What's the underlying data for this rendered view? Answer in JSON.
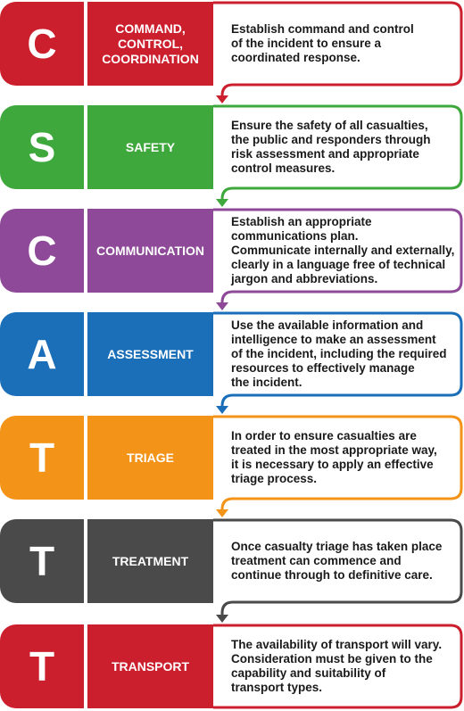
{
  "steps": [
    {
      "letter": "C",
      "label": "COMMAND,\nCONTROL,\nCOORDINATION",
      "description": "Establish command and control\nof the incident to ensure a\ncoordinated response.",
      "color": "#cc1f2d"
    },
    {
      "letter": "S",
      "label": "SAFETY",
      "description": "Ensure the safety of all casualties,\nthe public and responders through\nrisk assessment and appropriate\ncontrol measures.",
      "color": "#3ea83c"
    },
    {
      "letter": "C",
      "label": "COMMUNICATION",
      "description": "Establish an appropriate\ncommunications plan.\nCommunicate internally and externally,\nclearly in a language free of technical\njargon and abbreviations.",
      "color": "#8e4a98"
    },
    {
      "letter": "A",
      "label": "ASSESSMENT",
      "description": "Use the available information and\nintelligence to make an assessment\nof the incident, including the required\nresources to effectively manage\nthe incident.",
      "color": "#1b6fb8"
    },
    {
      "letter": "T",
      "label": "TRIAGE",
      "description": "In order to ensure casualties are\ntreated in the most appropriate way,\nit is necessary to apply an effective\ntriage process.",
      "color": "#f39318"
    },
    {
      "letter": "T",
      "label": "TREATMENT",
      "description": "Once casualty triage has taken place\ntreatment can commence and\ncontinue through to definitive care.",
      "color": "#4a4a4a"
    },
    {
      "letter": "T",
      "label": "TRANSPORT",
      "description": "The availability of transport will vary.\nConsideration must be given to the\ncapability and suitability of\ntransport types.",
      "color": "#cc1f2d"
    }
  ]
}
